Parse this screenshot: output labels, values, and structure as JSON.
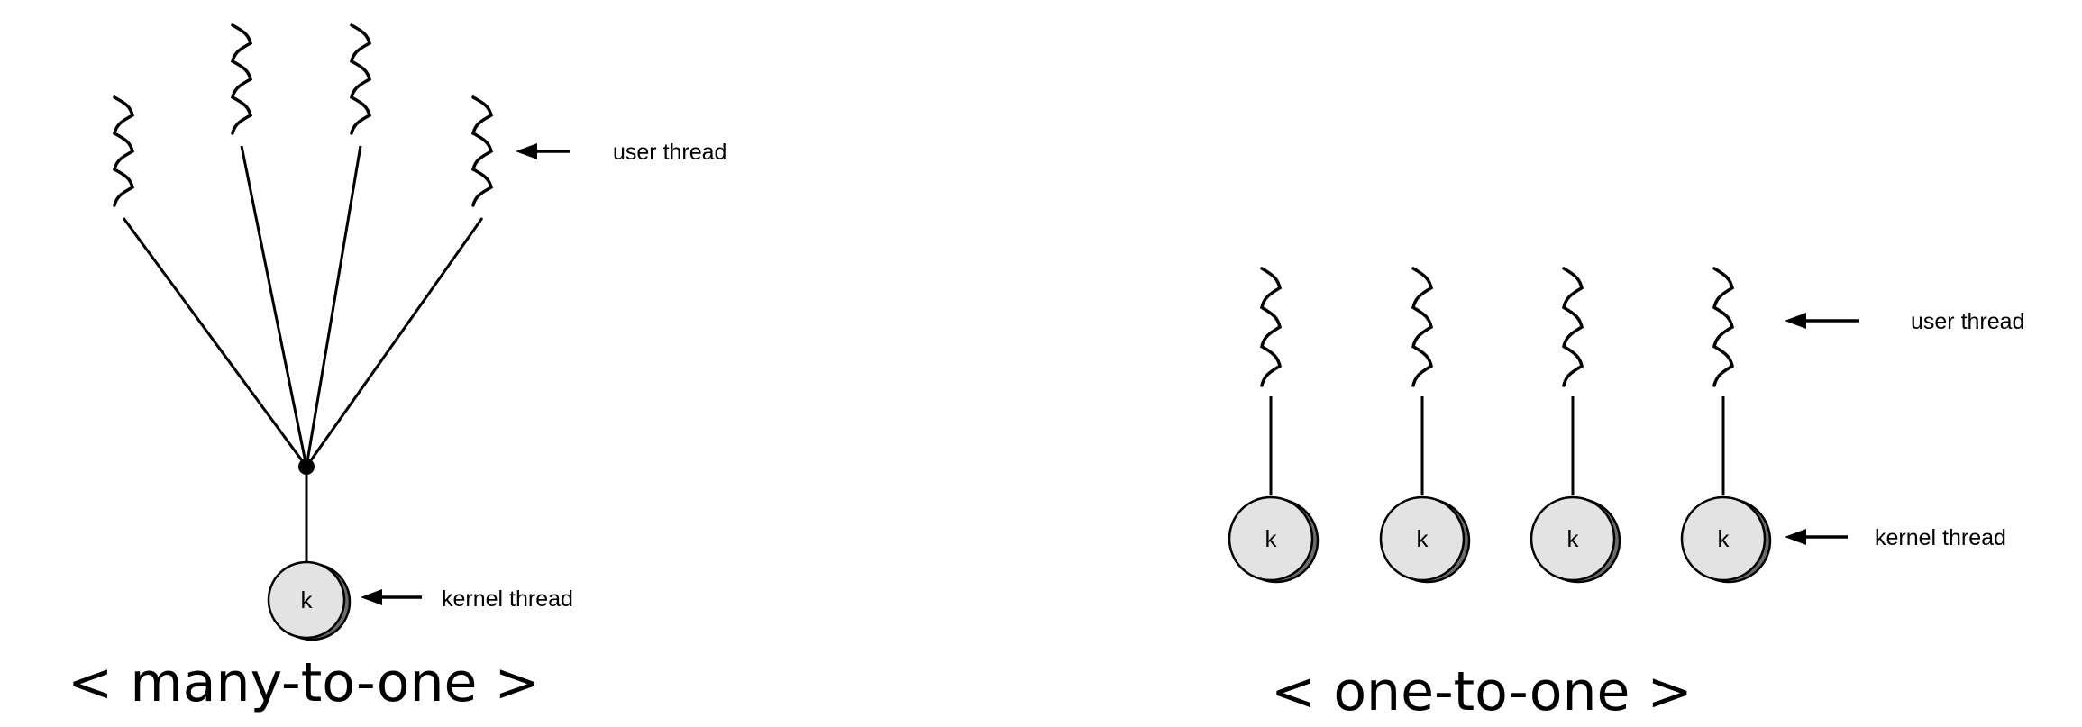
{
  "diagrams": [
    {
      "id": "many-to-one",
      "caption": "< many-to-one >",
      "user_thread_label": "user thread",
      "kernel_thread_label": "kernel thread",
      "kernel_glyph": "k",
      "user_thread_count": 4,
      "kernel_thread_count": 1
    },
    {
      "id": "one-to-one",
      "caption": "< one-to-one >",
      "user_thread_label": "user thread",
      "kernel_thread_label": "kernel thread",
      "kernel_glyph": "k",
      "user_thread_count": 4,
      "kernel_thread_count": 4
    }
  ],
  "colors": {
    "stroke": "#000000",
    "kernel_fill": "#e3e3e3",
    "kernel_shadow": "#6b6b6b"
  },
  "icons": [
    "wavy-user-thread-icon",
    "kernel-thread-circle-icon",
    "arrow-left-icon"
  ]
}
